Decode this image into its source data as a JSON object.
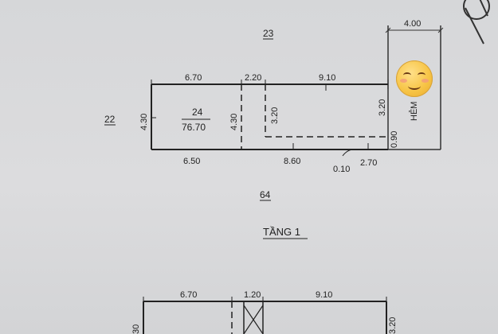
{
  "plan": {
    "lot_north": "23",
    "lot_west": "22",
    "lot_south": "64",
    "lot_number": "24",
    "lot_area": "76.70",
    "alley_label": "HẺM",
    "alley_width": "4.00",
    "floor_title": "TẦNG 1"
  },
  "dims_top": [
    "6.70",
    "2.20",
    "9.10"
  ],
  "dims_bottom": [
    "6.50",
    "8.60",
    "0.10",
    "2.70"
  ],
  "dims_vertical": [
    "4.30",
    "4.30",
    "3.20",
    "3.20",
    "0.90"
  ],
  "lower": {
    "dims_top": [
      "6.70",
      "1.20",
      "9.10"
    ],
    "dims_side": [
      "30",
      "3.20"
    ]
  },
  "overlay": {
    "icon": "smiling-face-emoji-icon"
  }
}
